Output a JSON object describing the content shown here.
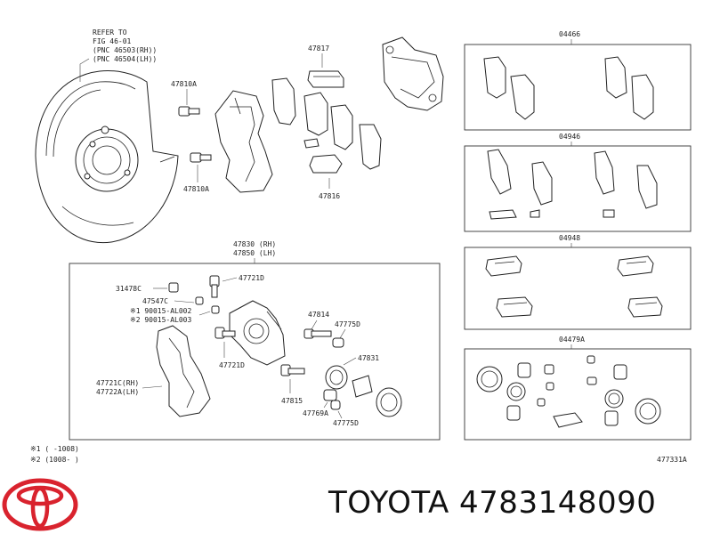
{
  "diagram": {
    "refer_note": [
      "REFER TO",
      "FIG 46-01",
      "(PNC 46503(RH))",
      "(PNC 46504(LH))"
    ],
    "labels": {
      "p47810A_top": "47810A",
      "p47810A_bot": "47810A",
      "p47817": "47817",
      "p47816": "47816",
      "p04466": "04466",
      "p04946": "04946",
      "p04948": "04948",
      "p04479A": "04479A",
      "caliper_rh": "47830 (RH)",
      "caliper_lh": "47850 (LH)",
      "p47721D_top": "47721D",
      "p31478C": "31478C",
      "p47547C": "47547C",
      "p90015_1": "※1 90015-AL002",
      "p90015_2": "※2 90015-AL003",
      "p47814": "47814",
      "p47775D_top": "47775D",
      "p47721D_bot": "47721D",
      "p47831": "47831",
      "p47721C": "47721C(RH)",
      "p47722A": "47722A(LH)",
      "p47815": "47815",
      "p47769A": "47769A",
      "p47775D_bot": "47775D"
    },
    "footnotes": [
      "※1 (     -1008)",
      "※2 (1008-     )"
    ],
    "figure_code": "477331A"
  },
  "branding": {
    "logo_name": "toyota-logo",
    "brand": "TOYOTA",
    "part_number": "4783148090",
    "accent": "#d9232e"
  }
}
